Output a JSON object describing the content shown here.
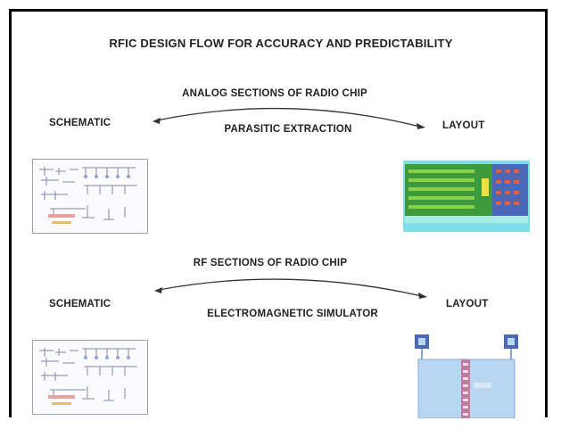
{
  "title": "RFIC DESIGN FLOW FOR ACCURACY AND PREDICTABILITY",
  "analog": {
    "heading": "ANALOG SECTIONS OF RADIO CHIP",
    "left_label": "SCHEMATIC",
    "right_label": "LAYOUT",
    "arrow_label": "PARASITIC EXTRACTION"
  },
  "rf": {
    "heading": "RF SECTIONS OF RADIO CHIP",
    "left_label": "SCHEMATIC",
    "right_label": "LAYOUT",
    "arrow_label": "ELECTROMAGNETIC SIMULATOR"
  },
  "colors": {
    "text": "#222222",
    "layout_green": "#3c9a3c",
    "layout_cyan": "#7fdde8",
    "layout_blue": "#4a67b8",
    "em_blue": "#b8d6f0",
    "em_pink": "#c07aa0"
  }
}
